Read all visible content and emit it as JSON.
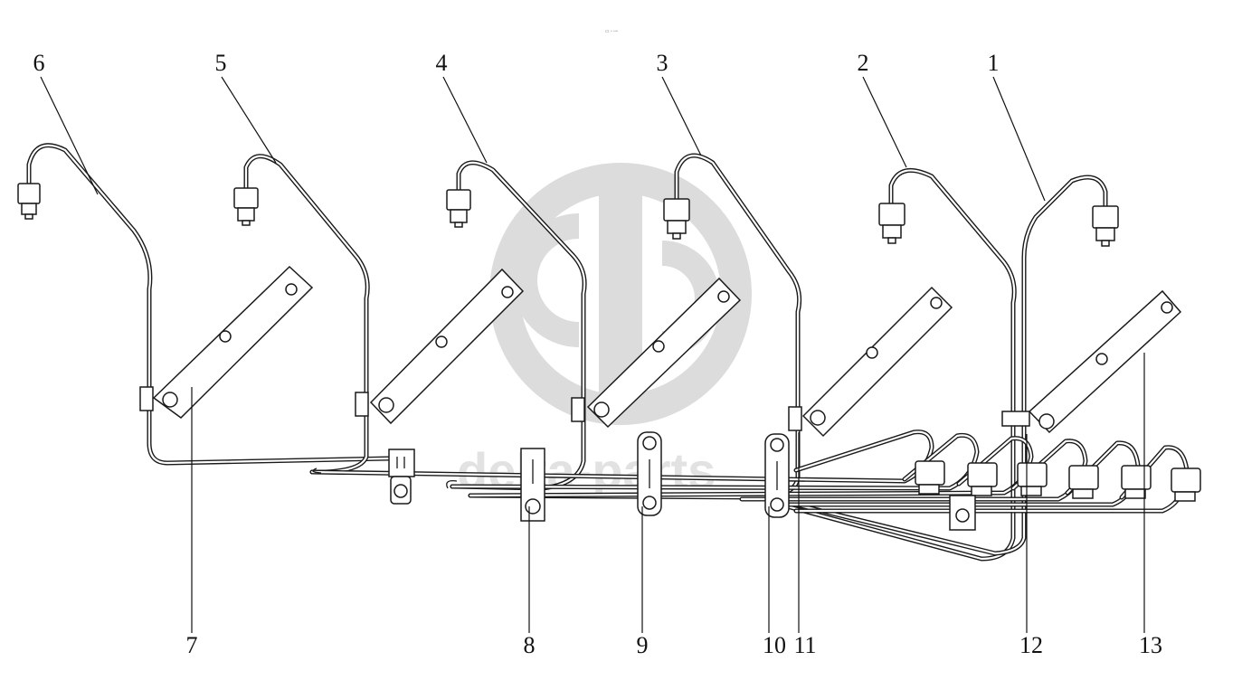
{
  "header_mark": "▭ ▫ ▫▫▫",
  "watermark": {
    "text": "delta-parts",
    "color": "#dcdcdc"
  },
  "callouts": [
    {
      "id": "c1",
      "label": "1"
    },
    {
      "id": "c2",
      "label": "2"
    },
    {
      "id": "c3",
      "label": "3"
    },
    {
      "id": "c4",
      "label": "4"
    },
    {
      "id": "c5",
      "label": "5"
    },
    {
      "id": "c6",
      "label": "6"
    },
    {
      "id": "c7",
      "label": "7"
    },
    {
      "id": "c8",
      "label": "8"
    },
    {
      "id": "c9",
      "label": "9"
    },
    {
      "id": "c10",
      "label": "10"
    },
    {
      "id": "c11",
      "label": "11"
    },
    {
      "id": "c12",
      "label": "12"
    },
    {
      "id": "c13",
      "label": "13"
    }
  ]
}
